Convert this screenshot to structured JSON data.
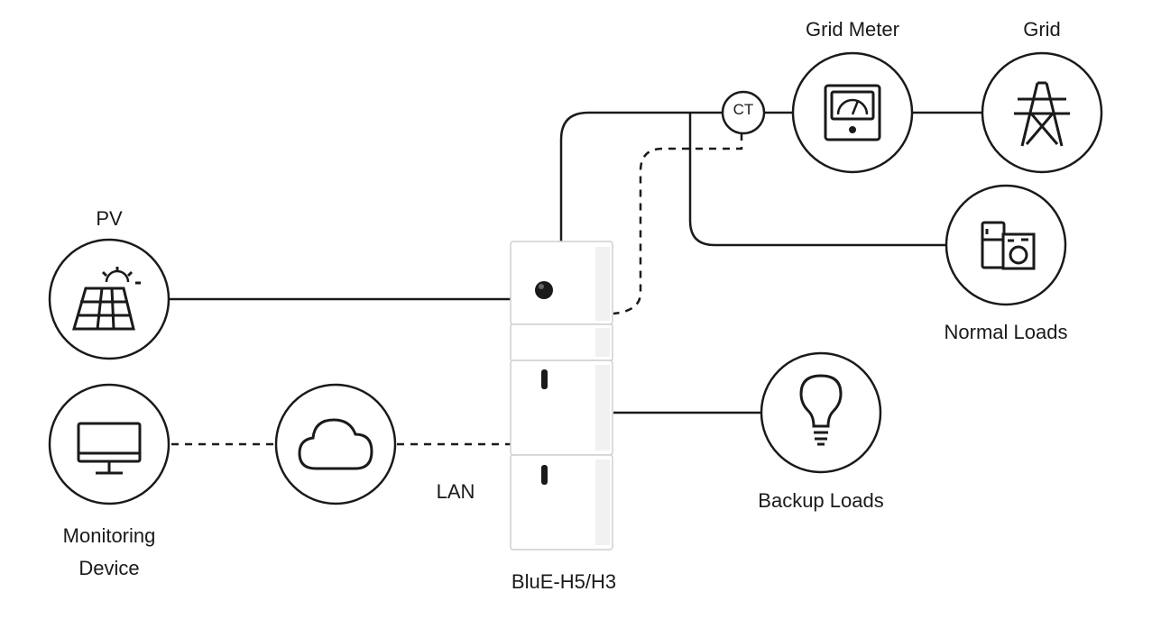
{
  "labels": {
    "grid_meter": "Grid Meter",
    "grid": "Grid",
    "ct": "CT",
    "pv": "PV",
    "normal_loads": "Normal Loads",
    "backup_loads": "Backup Loads",
    "monitoring_line1": "Monitoring",
    "monitoring_line2": "Device",
    "lan": "LAN",
    "device": "BluE-H5/H3"
  },
  "icons": {
    "pv": "solar-panel-icon",
    "grid_meter": "meter-gauge-icon",
    "grid": "power-tower-icon",
    "normal_loads": "appliances-icon",
    "backup_loads": "light-bulb-icon",
    "monitoring": "monitor-icon",
    "cloud": "cloud-icon"
  },
  "colors": {
    "line": "#1a1a1a",
    "device_body": "#ffffff",
    "device_edge": "#cfcfcf"
  }
}
